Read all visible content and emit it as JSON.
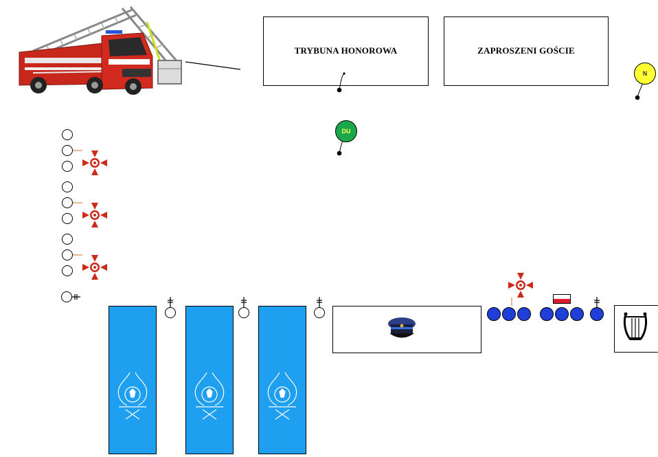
{
  "boxes": {
    "tribune": "TRYBUNA HONOROWA",
    "guests": "ZAPROSZENI GOŚCIE"
  },
  "markers": {
    "du": {
      "label": "DU",
      "color": "#1aa84a",
      "text_color": "#ffff55"
    },
    "n": {
      "label": "N",
      "color": "#ffff33",
      "text_color": "#333333"
    }
  },
  "colors": {
    "formation": "#1e9ff0",
    "orchestra_dots": "#1f3fd8",
    "banner_red": "#cc2a1a",
    "banner_white": "#ffffff"
  },
  "icons": {
    "fire_truck": "fire-ladder-truck",
    "officer_cap": "uniform-cap",
    "orchestra": "lyre",
    "flag": "polish-flag",
    "banner": "banner-cross-eagle",
    "emblem": "fire-service-emblem"
  }
}
